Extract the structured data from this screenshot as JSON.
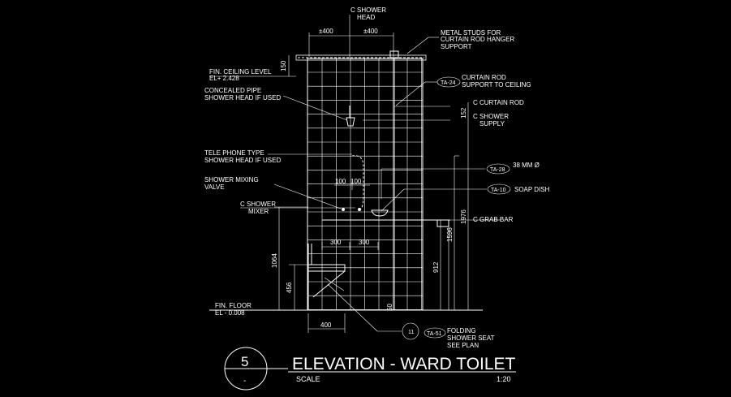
{
  "drawing": {
    "number": "5",
    "sub_number": "-",
    "title": "ELEVATION - WARD TOILET",
    "scale_label": "SCALE",
    "scale_value": "1:20"
  },
  "labels": {
    "shower_head_c": "C SHOWER",
    "shower_head_2": "HEAD",
    "dim_left_400": "±400",
    "dim_right_400": "±400",
    "metal_studs_1": "METAL STUDS FOR",
    "metal_studs_2": "CURTAIN ROD HANGER",
    "metal_studs_3": "SUPPORT",
    "fin_ceiling_1": "FIN. CEILING LEVEL",
    "fin_ceiling_2": "EL+ 2.428",
    "concealed_1": "CONCEALED PIPE",
    "concealed_2": "SHOWER HEAD IF USED",
    "ta24_tag": "TA-24",
    "curtain_support_1": "CURTAIN ROD",
    "curtain_support_2": "SUPPORT TO CEILING",
    "curtain_rod": "C CURTAIN ROD",
    "shower_supply_1": "C SHOWER",
    "shower_supply_2": "SUPPLY",
    "telephone_1": "TELE PHONE TYPE",
    "telephone_2": "SHOWER HEAD IF USED",
    "ta28_tag": "TA-28",
    "dia_label": "38 MM Ø",
    "mixing_valve_1": "SHOWER MIXING",
    "mixing_valve_2": "VALVE",
    "ta10_tag": "TA-10",
    "soap_dish": "SOAP DISH",
    "shower_mixer_1": "C SHOWER",
    "shower_mixer_2": "MIXER",
    "grab_bar": "C GRAB BAR",
    "fin_floor_1": "FIN. FLOOR",
    "fin_floor_2": "EL - 0.008",
    "folding_seat_1": "FOLDING",
    "folding_seat_2": "SHOWER SEAT",
    "folding_seat_3": "SEE PLAN",
    "ta51_tag": "TA-51",
    "seat_circle_tag": "11"
  },
  "dimensions": {
    "d150": "150",
    "d152": "152",
    "d1976": "1976",
    "d1596": "1596",
    "d912": "912",
    "d1064": "1064",
    "d456": "456",
    "d100a": "100",
    "d100b": "100",
    "d300a": "300",
    "d300b": "300",
    "d400": "400",
    "d50": "50"
  }
}
